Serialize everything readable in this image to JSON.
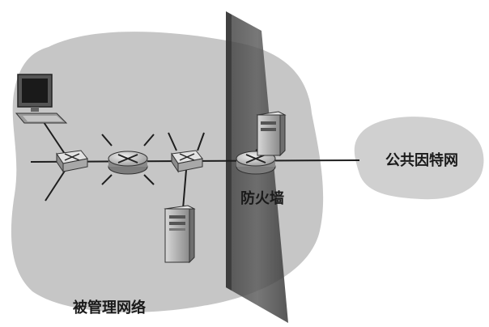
{
  "labels": {
    "firewall": "防火墙",
    "public_internet": "公共因特网",
    "managed_network": "被管理网络"
  },
  "colors": {
    "cloud": "#c9c9c9",
    "firewall_wall": "#4a4a4a",
    "line": "#1e1e1e",
    "device": "#8f8f8f"
  }
}
